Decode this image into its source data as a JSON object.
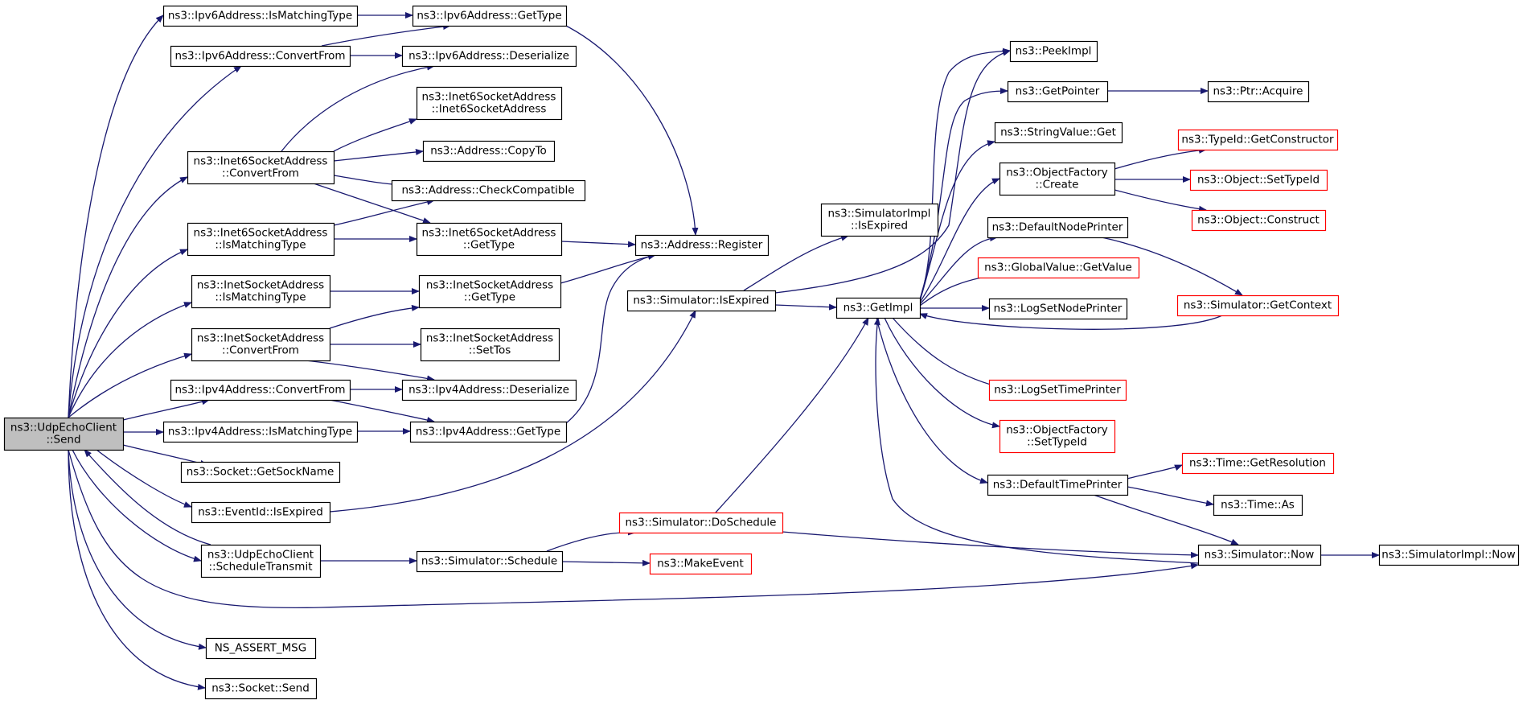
{
  "colors": {
    "edge": "#191970",
    "node_border": "#000000",
    "node_border_truncated": "#ff0000",
    "root_fill": "#bfbfbf",
    "node_fill": "#ffffff"
  },
  "root": "udpechoclient-send",
  "nodes": [
    {
      "id": "udpechoclient-send",
      "lines": [
        "ns3::UdpEchoClient",
        "::Send"
      ],
      "style": "root"
    },
    {
      "id": "ipv6address-ismatchingtype",
      "lines": [
        "ns3::Ipv6Address::IsMatchingType"
      ],
      "style": "normal"
    },
    {
      "id": "ipv6address-gettype",
      "lines": [
        "ns3::Ipv6Address::GetType"
      ],
      "style": "normal"
    },
    {
      "id": "ipv6address-convertfrom",
      "lines": [
        "ns3::Ipv6Address::ConvertFrom"
      ],
      "style": "normal"
    },
    {
      "id": "ipv6address-deserialize",
      "lines": [
        "ns3::Ipv6Address::Deserialize"
      ],
      "style": "normal"
    },
    {
      "id": "inet6socketaddress-ctor",
      "lines": [
        "ns3::Inet6SocketAddress",
        "::Inet6SocketAddress"
      ],
      "style": "normal"
    },
    {
      "id": "inet6socketaddress-convertfrom",
      "lines": [
        "ns3::Inet6SocketAddress",
        "::ConvertFrom"
      ],
      "style": "normal"
    },
    {
      "id": "address-copyto",
      "lines": [
        "ns3::Address::CopyTo"
      ],
      "style": "normal"
    },
    {
      "id": "address-checkcompatible",
      "lines": [
        "ns3::Address::CheckCompatible"
      ],
      "style": "normal"
    },
    {
      "id": "inet6socketaddress-ismatchingtype",
      "lines": [
        "ns3::Inet6SocketAddress",
        "::IsMatchingType"
      ],
      "style": "normal"
    },
    {
      "id": "inet6socketaddress-gettype",
      "lines": [
        "ns3::Inet6SocketAddress",
        "::GetType"
      ],
      "style": "normal"
    },
    {
      "id": "address-register",
      "lines": [
        "ns3::Address::Register"
      ],
      "style": "normal"
    },
    {
      "id": "inetsocketaddress-ismatchingtype",
      "lines": [
        "ns3::InetSocketAddress",
        "::IsMatchingType"
      ],
      "style": "normal"
    },
    {
      "id": "inetsocketaddress-gettype",
      "lines": [
        "ns3::InetSocketAddress",
        "::GetType"
      ],
      "style": "normal"
    },
    {
      "id": "inetsocketaddress-convertfrom",
      "lines": [
        "ns3::InetSocketAddress",
        "::ConvertFrom"
      ],
      "style": "normal"
    },
    {
      "id": "inetsocketaddress-settos",
      "lines": [
        "ns3::InetSocketAddress",
        "::SetTos"
      ],
      "style": "normal"
    },
    {
      "id": "ipv4address-convertfrom",
      "lines": [
        "ns3::Ipv4Address::ConvertFrom"
      ],
      "style": "normal"
    },
    {
      "id": "ipv4address-deserialize",
      "lines": [
        "ns3::Ipv4Address::Deserialize"
      ],
      "style": "normal"
    },
    {
      "id": "ipv4address-ismatchingtype",
      "lines": [
        "ns3::Ipv4Address::IsMatchingType"
      ],
      "style": "normal"
    },
    {
      "id": "ipv4address-gettype",
      "lines": [
        "ns3::Ipv4Address::GetType"
      ],
      "style": "normal"
    },
    {
      "id": "socket-getsockname",
      "lines": [
        "ns3::Socket::GetSockName"
      ],
      "style": "normal"
    },
    {
      "id": "eventid-isexpired",
      "lines": [
        "ns3::EventId::IsExpired"
      ],
      "style": "normal"
    },
    {
      "id": "udpechoclient-scheduletransmit",
      "lines": [
        "ns3::UdpEchoClient",
        "::ScheduleTransmit"
      ],
      "style": "normal"
    },
    {
      "id": "ns-assert-msg",
      "lines": [
        "NS_ASSERT_MSG"
      ],
      "style": "normal"
    },
    {
      "id": "socket-send",
      "lines": [
        "ns3::Socket::Send"
      ],
      "style": "normal"
    },
    {
      "id": "simulator-isexpired",
      "lines": [
        "ns3::Simulator::IsExpired"
      ],
      "style": "normal"
    },
    {
      "id": "simulatorimpl-isexpired",
      "lines": [
        "ns3::SimulatorImpl",
        "::IsExpired"
      ],
      "style": "normal"
    },
    {
      "id": "getimpl",
      "lines": [
        "ns3::GetImpl"
      ],
      "style": "normal"
    },
    {
      "id": "simulator-schedule",
      "lines": [
        "ns3::Simulator::Schedule"
      ],
      "style": "normal"
    },
    {
      "id": "simulator-doschedule",
      "lines": [
        "ns3::Simulator::DoSchedule"
      ],
      "style": "truncated"
    },
    {
      "id": "makeevent",
      "lines": [
        "ns3::MakeEvent"
      ],
      "style": "truncated"
    },
    {
      "id": "peekimpl",
      "lines": [
        "ns3::PeekImpl"
      ],
      "style": "normal"
    },
    {
      "id": "getpointer",
      "lines": [
        "ns3::GetPointer"
      ],
      "style": "normal"
    },
    {
      "id": "ptr-acquire",
      "lines": [
        "ns3::Ptr::Acquire"
      ],
      "style": "normal"
    },
    {
      "id": "stringvalue-get",
      "lines": [
        "ns3::StringValue::Get"
      ],
      "style": "normal"
    },
    {
      "id": "objectfactory-create",
      "lines": [
        "ns3::ObjectFactory",
        "::Create"
      ],
      "style": "normal"
    },
    {
      "id": "typeid-getconstructor",
      "lines": [
        "ns3::TypeId::GetConstructor"
      ],
      "style": "truncated"
    },
    {
      "id": "object-settypeid",
      "lines": [
        "ns3::Object::SetTypeId"
      ],
      "style": "truncated"
    },
    {
      "id": "object-construct",
      "lines": [
        "ns3::Object::Construct"
      ],
      "style": "truncated"
    },
    {
      "id": "defaultnodeprinter",
      "lines": [
        "ns3::DefaultNodePrinter"
      ],
      "style": "normal"
    },
    {
      "id": "globalvalue-getvalue",
      "lines": [
        "ns3::GlobalValue::GetValue"
      ],
      "style": "truncated"
    },
    {
      "id": "logsetnodeprinter",
      "lines": [
        "ns3::LogSetNodePrinter"
      ],
      "style": "normal"
    },
    {
      "id": "simulator-getcontext",
      "lines": [
        "ns3::Simulator::GetContext"
      ],
      "style": "truncated"
    },
    {
      "id": "logsettimeprinter",
      "lines": [
        "ns3::LogSetTimePrinter"
      ],
      "style": "truncated"
    },
    {
      "id": "objectfactory-settypeid",
      "lines": [
        "ns3::ObjectFactory",
        "::SetTypeId"
      ],
      "style": "truncated"
    },
    {
      "id": "defaulttimeprinter",
      "lines": [
        "ns3::DefaultTimePrinter"
      ],
      "style": "normal"
    },
    {
      "id": "time-getresolution",
      "lines": [
        "ns3::Time::GetResolution"
      ],
      "style": "truncated"
    },
    {
      "id": "time-as",
      "lines": [
        "ns3::Time::As"
      ],
      "style": "normal"
    },
    {
      "id": "simulator-now",
      "lines": [
        "ns3::Simulator::Now"
      ],
      "style": "normal"
    },
    {
      "id": "simulatorimpl-now",
      "lines": [
        "ns3::SimulatorImpl::Now"
      ],
      "style": "normal"
    }
  ],
  "edges": [
    [
      "udpechoclient-send",
      "ipv6address-ismatchingtype"
    ],
    [
      "udpechoclient-send",
      "ipv6address-convertfrom"
    ],
    [
      "udpechoclient-send",
      "inet6socketaddress-convertfrom"
    ],
    [
      "udpechoclient-send",
      "inet6socketaddress-ismatchingtype"
    ],
    [
      "udpechoclient-send",
      "inetsocketaddress-ismatchingtype"
    ],
    [
      "udpechoclient-send",
      "inetsocketaddress-convertfrom"
    ],
    [
      "udpechoclient-send",
      "ipv4address-convertfrom"
    ],
    [
      "udpechoclient-send",
      "ipv4address-ismatchingtype"
    ],
    [
      "udpechoclient-send",
      "socket-getsockname"
    ],
    [
      "udpechoclient-send",
      "eventid-isexpired"
    ],
    [
      "udpechoclient-send",
      "udpechoclient-scheduletransmit"
    ],
    [
      "udpechoclient-scheduletransmit",
      "udpechoclient-send"
    ],
    [
      "udpechoclient-send",
      "simulator-now"
    ],
    [
      "udpechoclient-send",
      "ns-assert-msg"
    ],
    [
      "udpechoclient-send",
      "socket-send"
    ],
    [
      "ipv6address-ismatchingtype",
      "ipv6address-gettype"
    ],
    [
      "ipv6address-convertfrom",
      "ipv6address-gettype"
    ],
    [
      "ipv6address-convertfrom",
      "ipv6address-deserialize"
    ],
    [
      "ipv6address-gettype",
      "address-register"
    ],
    [
      "inet6socketaddress-convertfrom",
      "ipv6address-deserialize"
    ],
    [
      "inet6socketaddress-convertfrom",
      "inet6socketaddress-ctor"
    ],
    [
      "inet6socketaddress-convertfrom",
      "address-copyto"
    ],
    [
      "inet6socketaddress-convertfrom",
      "address-checkcompatible"
    ],
    [
      "inet6socketaddress-convertfrom",
      "inet6socketaddress-gettype"
    ],
    [
      "inet6socketaddress-ismatchingtype",
      "address-checkcompatible"
    ],
    [
      "inet6socketaddress-ismatchingtype",
      "inet6socketaddress-gettype"
    ],
    [
      "inet6socketaddress-gettype",
      "address-register"
    ],
    [
      "inetsocketaddress-ismatchingtype",
      "inetsocketaddress-gettype"
    ],
    [
      "inetsocketaddress-gettype",
      "address-register"
    ],
    [
      "inetsocketaddress-convertfrom",
      "inetsocketaddress-gettype"
    ],
    [
      "inetsocketaddress-convertfrom",
      "inetsocketaddress-settos"
    ],
    [
      "inetsocketaddress-convertfrom",
      "ipv4address-deserialize"
    ],
    [
      "ipv4address-convertfrom",
      "ipv4address-deserialize"
    ],
    [
      "ipv4address-convertfrom",
      "ipv4address-gettype"
    ],
    [
      "ipv4address-ismatchingtype",
      "ipv4address-gettype"
    ],
    [
      "ipv4address-gettype",
      "address-register"
    ],
    [
      "eventid-isexpired",
      "simulator-isexpired"
    ],
    [
      "simulator-isexpired",
      "simulatorimpl-isexpired"
    ],
    [
      "simulator-isexpired",
      "getimpl"
    ],
    [
      "simulator-isexpired",
      "peekimpl"
    ],
    [
      "udpechoclient-scheduletransmit",
      "simulator-schedule"
    ],
    [
      "simulator-schedule",
      "simulator-doschedule"
    ],
    [
      "simulator-schedule",
      "makeevent"
    ],
    [
      "simulator-doschedule",
      "getimpl"
    ],
    [
      "simulator-doschedule",
      "simulator-now"
    ],
    [
      "getimpl",
      "peekimpl"
    ],
    [
      "getimpl",
      "getpointer"
    ],
    [
      "getimpl",
      "stringvalue-get"
    ],
    [
      "getimpl",
      "objectfactory-create"
    ],
    [
      "getimpl",
      "defaultnodeprinter"
    ],
    [
      "getimpl",
      "globalvalue-getvalue"
    ],
    [
      "getimpl",
      "logsetnodeprinter"
    ],
    [
      "getimpl",
      "logsettimeprinter"
    ],
    [
      "getimpl",
      "objectfactory-settypeid"
    ],
    [
      "getimpl",
      "defaulttimeprinter"
    ],
    [
      "simulator-getcontext",
      "getimpl"
    ],
    [
      "simulator-now",
      "getimpl"
    ],
    [
      "getpointer",
      "ptr-acquire"
    ],
    [
      "objectfactory-create",
      "typeid-getconstructor"
    ],
    [
      "objectfactory-create",
      "object-settypeid"
    ],
    [
      "objectfactory-create",
      "object-construct"
    ],
    [
      "defaultnodeprinter",
      "simulator-getcontext"
    ],
    [
      "defaulttimeprinter",
      "time-getresolution"
    ],
    [
      "defaulttimeprinter",
      "time-as"
    ],
    [
      "defaulttimeprinter",
      "simulator-now"
    ],
    [
      "simulator-now",
      "simulatorimpl-now"
    ]
  ]
}
